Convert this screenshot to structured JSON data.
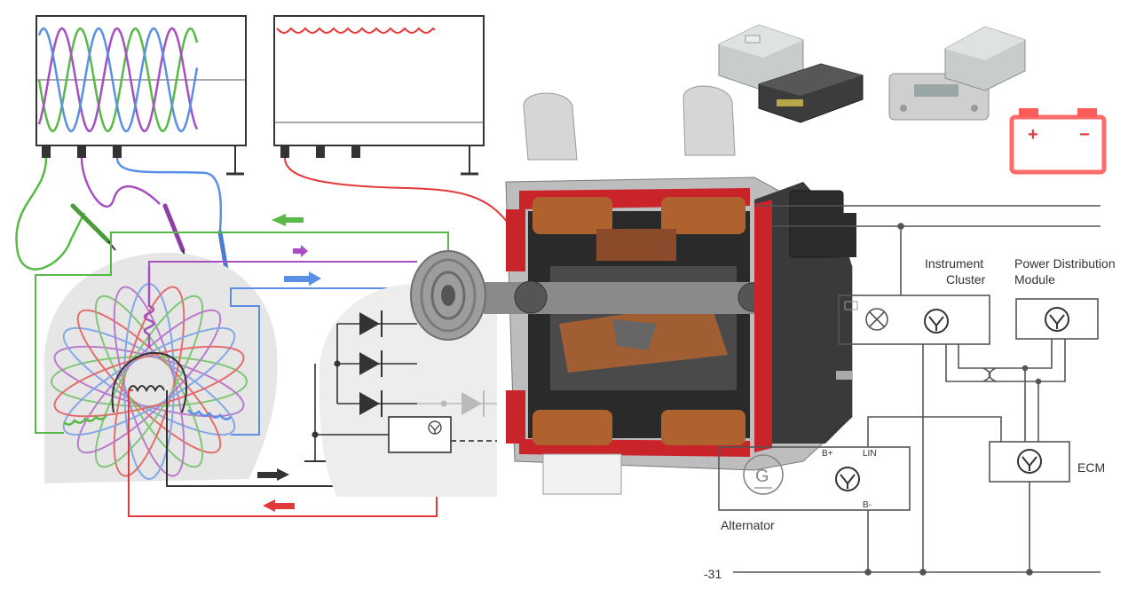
{
  "labels": {
    "instrument_cluster_line1": "Instrument",
    "instrument_cluster_line2": "Cluster",
    "pdm_line1": "Power Distribution",
    "pdm_line2": "Module",
    "ecm": "ECM",
    "alternator": "Alternator",
    "ground": "-31",
    "generator_symbol": "G",
    "b_plus": "B+",
    "lin": "LIN",
    "b_minus": "B-",
    "battery_plus": "+",
    "battery_minus": "−"
  },
  "colors": {
    "phase_a": "#57b947",
    "phase_b": "#a64fc0",
    "phase_c": "#5b8fe6",
    "dc_output": "#e23a3a",
    "wire_dark": "#333333",
    "cutaway_red": "#c8242a",
    "copper": "#b0622e"
  },
  "icons": {
    "warning_lamp": "lamp-cross-icon",
    "transistor": "transistor-icon",
    "battery": "battery-icon",
    "diode": "diode-icon"
  }
}
